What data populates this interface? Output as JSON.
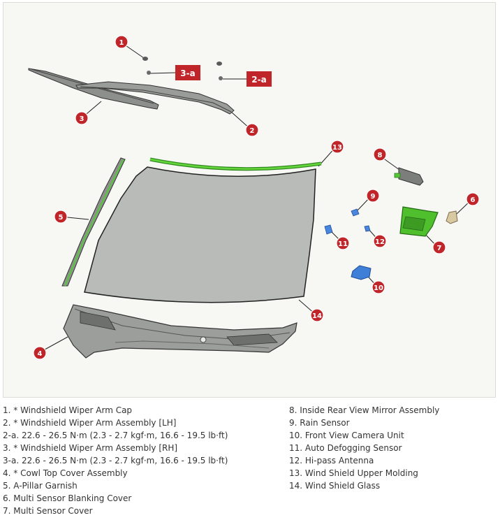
{
  "diagram": {
    "callouts": {
      "c1": "1",
      "c2": "2",
      "c3": "3",
      "c4": "4",
      "c5": "5",
      "c6": "6",
      "c7": "7",
      "c8": "8",
      "c9": "9",
      "c10": "10",
      "c11": "11",
      "c12": "12",
      "c13": "13",
      "c14": "14"
    },
    "torque_tags": {
      "t3a": "3-a",
      "t2a": "2-a"
    },
    "colors": {
      "callout": "#c0252a",
      "glass": "#b7bab6",
      "molding": "#4fc22c",
      "sensor_cover": "#4fbf2e",
      "camera": "#3f7fd8",
      "blanking_cover": "#d9c9a3"
    }
  },
  "legend": {
    "left": [
      "1. * Windshield Wiper Arm Cap",
      "2. * Windshield Wiper Arm Assembly [LH]",
      "2-a. 22.6 - 26.5 N·m (2.3 - 2.7 kgf·m, 16.6 - 19.5 lb·ft)",
      "3. * Windshield Wiper Arm Assembly [RH]",
      "3-a. 22.6 - 26.5 N·m (2.3 - 2.7 kgf·m, 16.6 - 19.5 lb·ft)",
      "4. * Cowl Top Cover Assembly",
      "5. A-Pillar Garnish",
      "6. Multi Sensor Blanking Cover",
      "7. Multi Sensor Cover"
    ],
    "right": [
      "8. Inside Rear View Mirror Assembly",
      "9. Rain Sensor",
      "10. Front View Camera Unit",
      "11. Auto Defogging Sensor",
      "12. Hi-pass Antenna",
      "13. Wind Shield Upper Molding",
      "14. Wind Shield Glass"
    ]
  }
}
